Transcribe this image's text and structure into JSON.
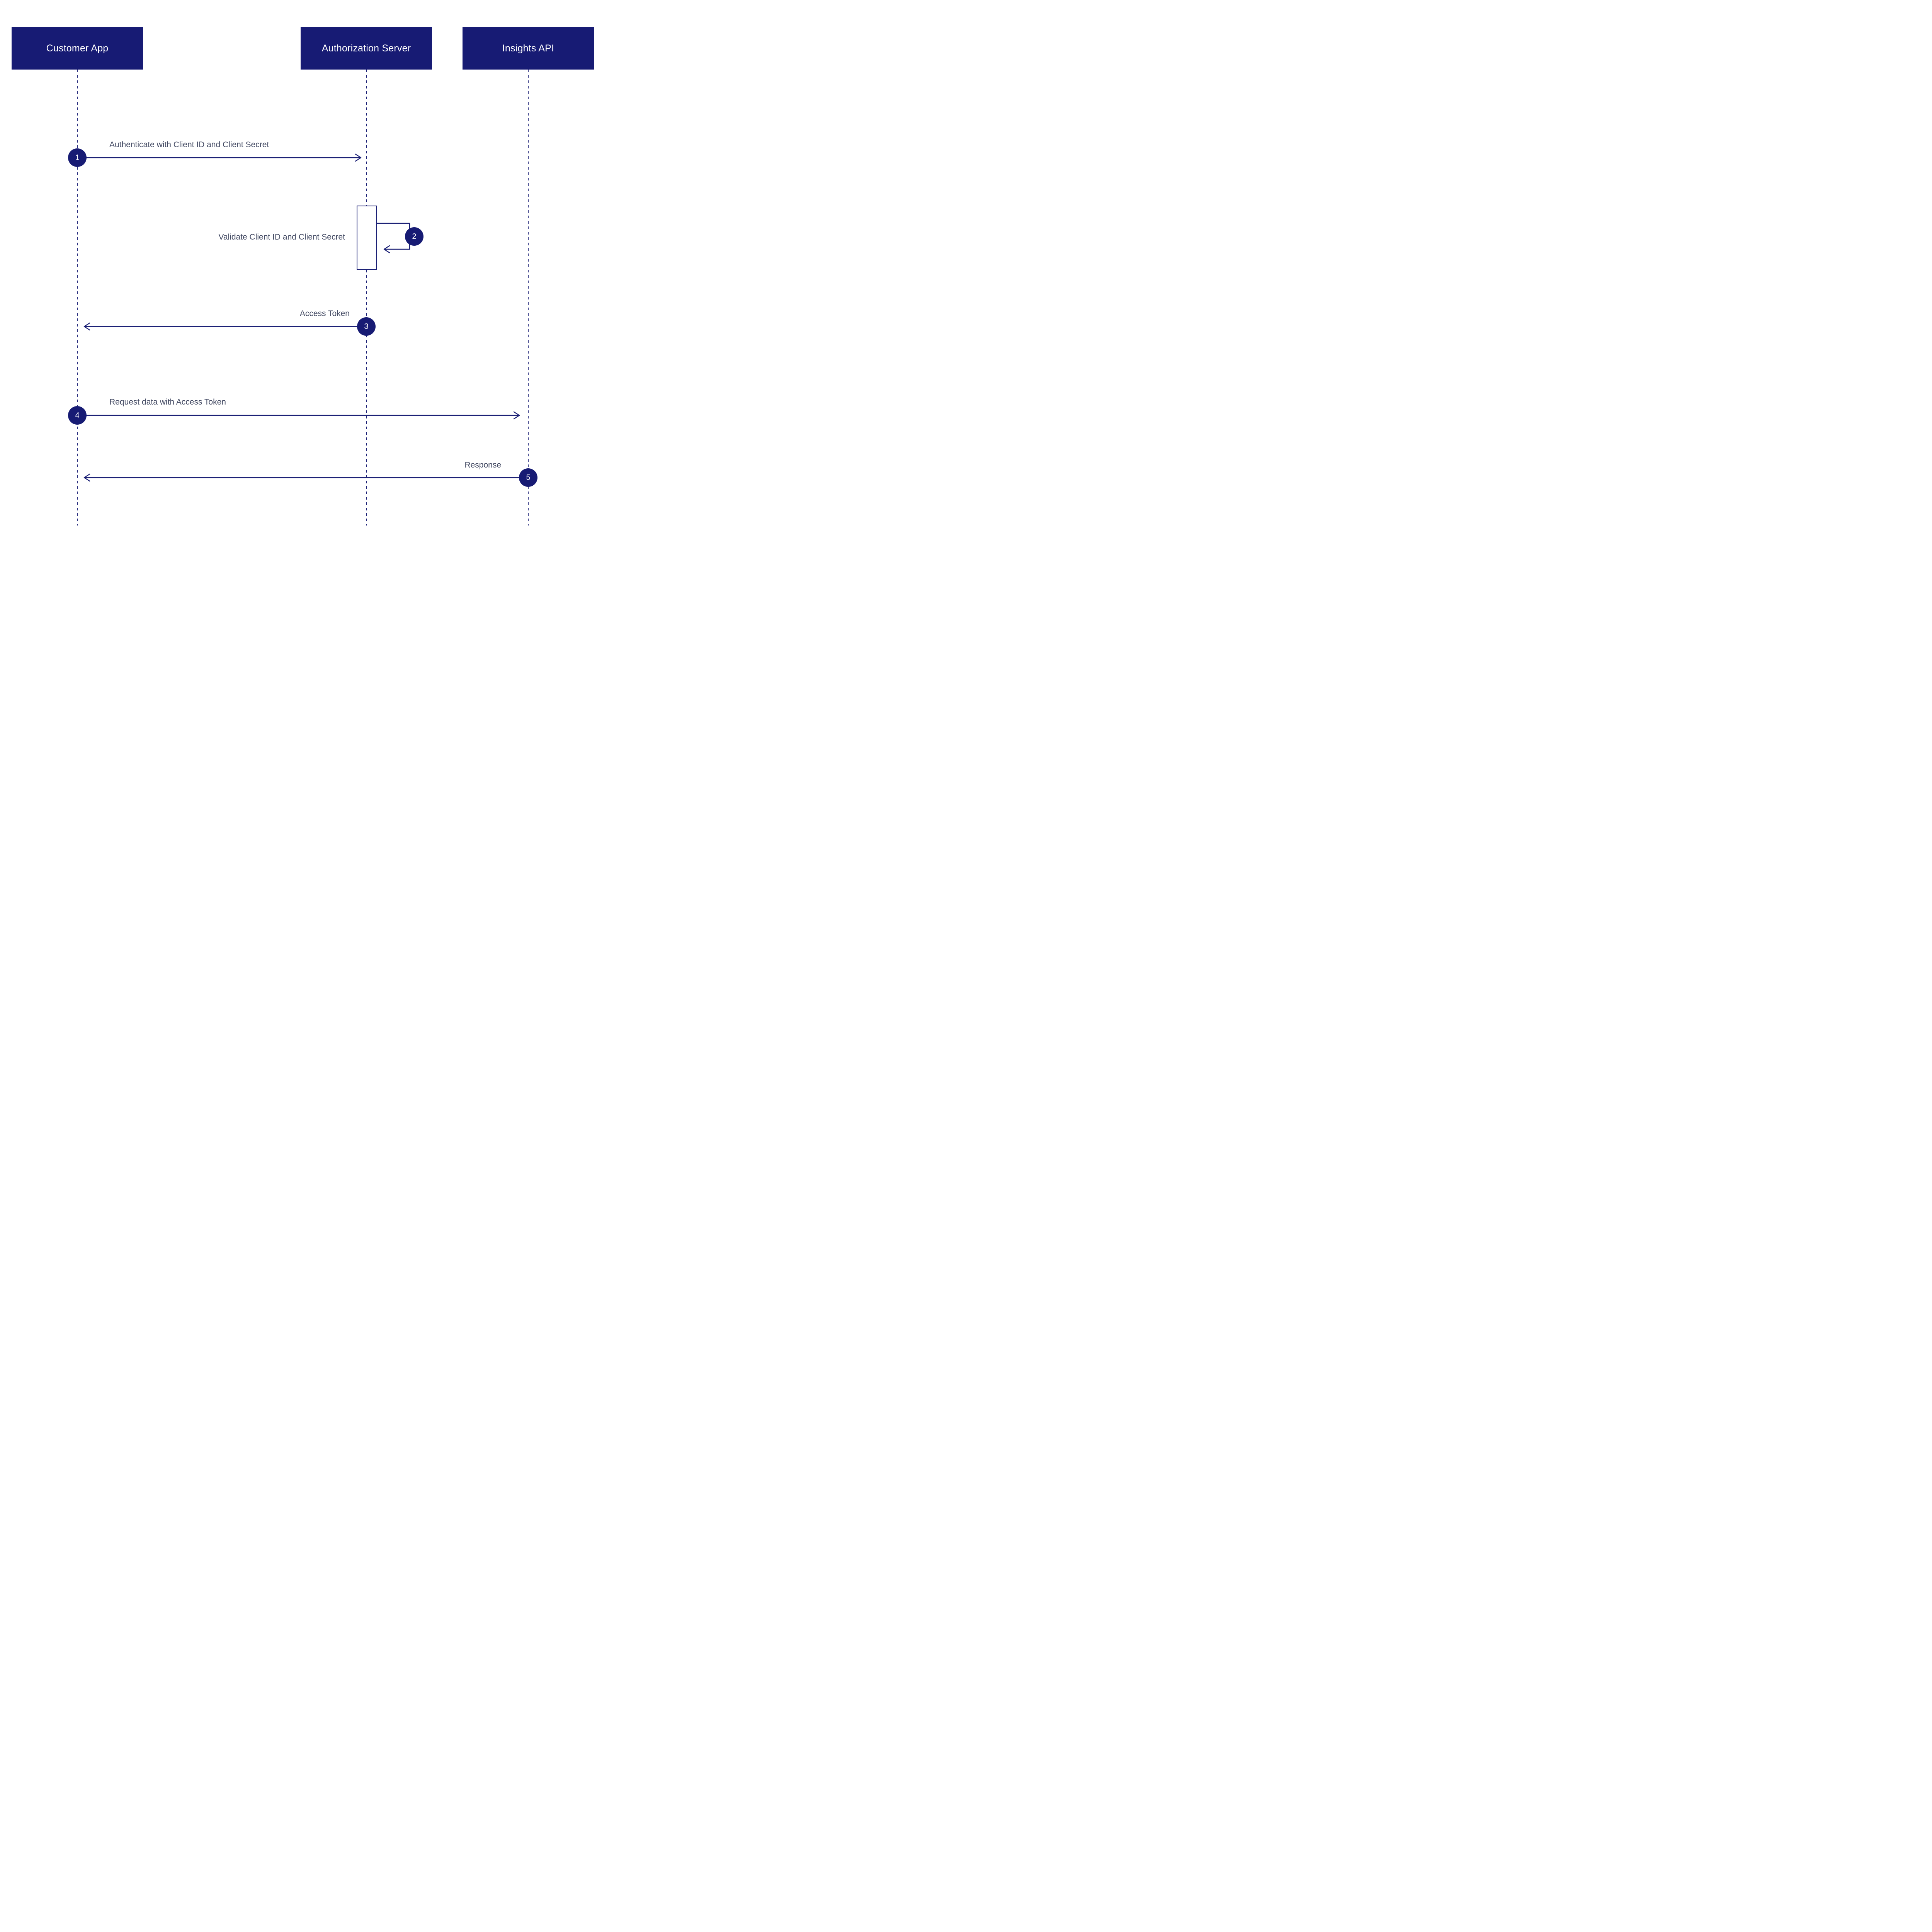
{
  "diagram": {
    "type": "sequence-diagram",
    "actors": [
      {
        "label": "Customer App"
      },
      {
        "label": "Authorization Server"
      },
      {
        "label": "Insights API"
      }
    ],
    "messages": [
      {
        "number": "1",
        "label": "Authenticate with Client ID and Client Secret",
        "from": "Customer App",
        "to": "Authorization Server",
        "kind": "message"
      },
      {
        "number": "2",
        "label": "Validate Client ID and Client Secret",
        "from": "Authorization Server",
        "to": "Authorization Server",
        "kind": "self-message"
      },
      {
        "number": "3",
        "label": "Access Token",
        "from": "Authorization Server",
        "to": "Customer App",
        "kind": "message"
      },
      {
        "number": "4",
        "label": "Request data with Access Token",
        "from": "Customer App",
        "to": "Insights API",
        "kind": "message"
      },
      {
        "number": "5",
        "label": "Response",
        "from": "Insights API",
        "to": "Customer App",
        "kind": "message"
      }
    ],
    "colors": {
      "primary": "#171b74",
      "line": "#1c2176",
      "label_text": "#434a63",
      "background": "#ffffff"
    }
  }
}
